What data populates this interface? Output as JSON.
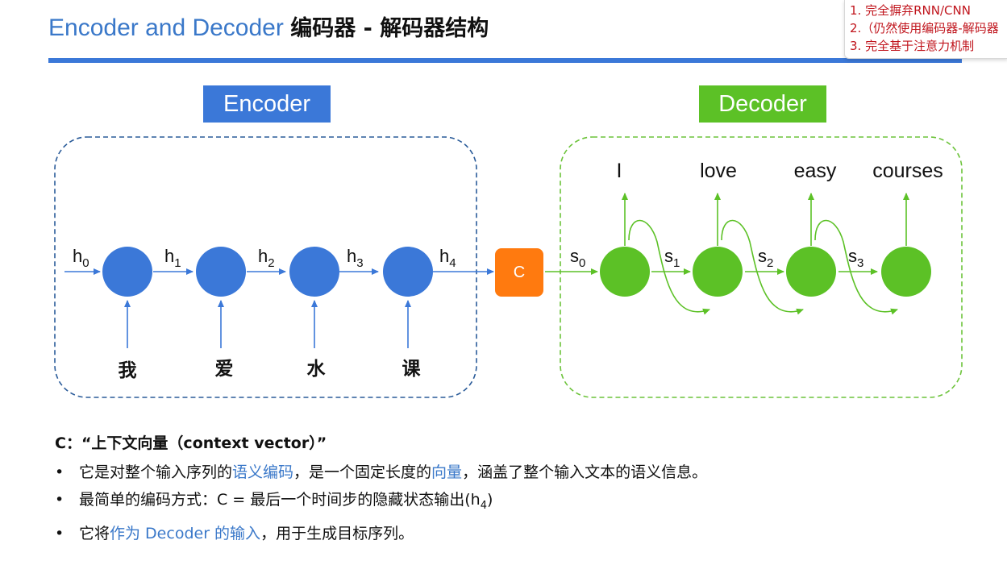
{
  "title": {
    "en": "Encoder and Decoder",
    "zh": "编码器 - 解码器结构"
  },
  "notes": [
    "1. 完全摒弃RNN/CNN",
    "2.（仍然使用编码器-解码器",
    "3. 完全基于注意力机制"
  ],
  "encoder": {
    "label": "Encoder",
    "hidden_labels": [
      {
        "base": "h",
        "sub": "0"
      },
      {
        "base": "h",
        "sub": "1"
      },
      {
        "base": "h",
        "sub": "2"
      },
      {
        "base": "h",
        "sub": "3"
      },
      {
        "base": "h",
        "sub": "4"
      }
    ],
    "inputs": [
      "我",
      "爱",
      "水",
      "课"
    ]
  },
  "context": {
    "label": "C"
  },
  "decoder": {
    "label": "Decoder",
    "state_labels": [
      {
        "base": "s",
        "sub": "0"
      },
      {
        "base": "s",
        "sub": "1"
      },
      {
        "base": "s",
        "sub": "2"
      },
      {
        "base": "s",
        "sub": "3"
      }
    ],
    "outputs": [
      "I",
      "love",
      "easy",
      "courses"
    ]
  },
  "colors": {
    "encoder": "#3b78d8",
    "decoder": "#5cc126",
    "context": "#ff7a0f",
    "encoder_border": "#2a5b99",
    "decoder_border": "#6cc33a"
  },
  "explanation": {
    "heading": "C：“上下文向量（context vector）”",
    "b1": {
      "p1": "它是对整个输入序列的",
      "h1": "语义编码",
      "p2": "，是一个固定长度的",
      "h2": "向量",
      "p3": "，涵盖了整个输入文本的语义信息。"
    },
    "b2": {
      "p1": "最简单的编码方式：C = 最后一个时间步的隐藏状态输出(h",
      "sub": "4",
      "p2": ")"
    },
    "b3": {
      "p1": "它将",
      "h1": "作为 Decoder 的输入",
      "p2": "，用于生成目标序列。"
    },
    "bullet": "•"
  }
}
